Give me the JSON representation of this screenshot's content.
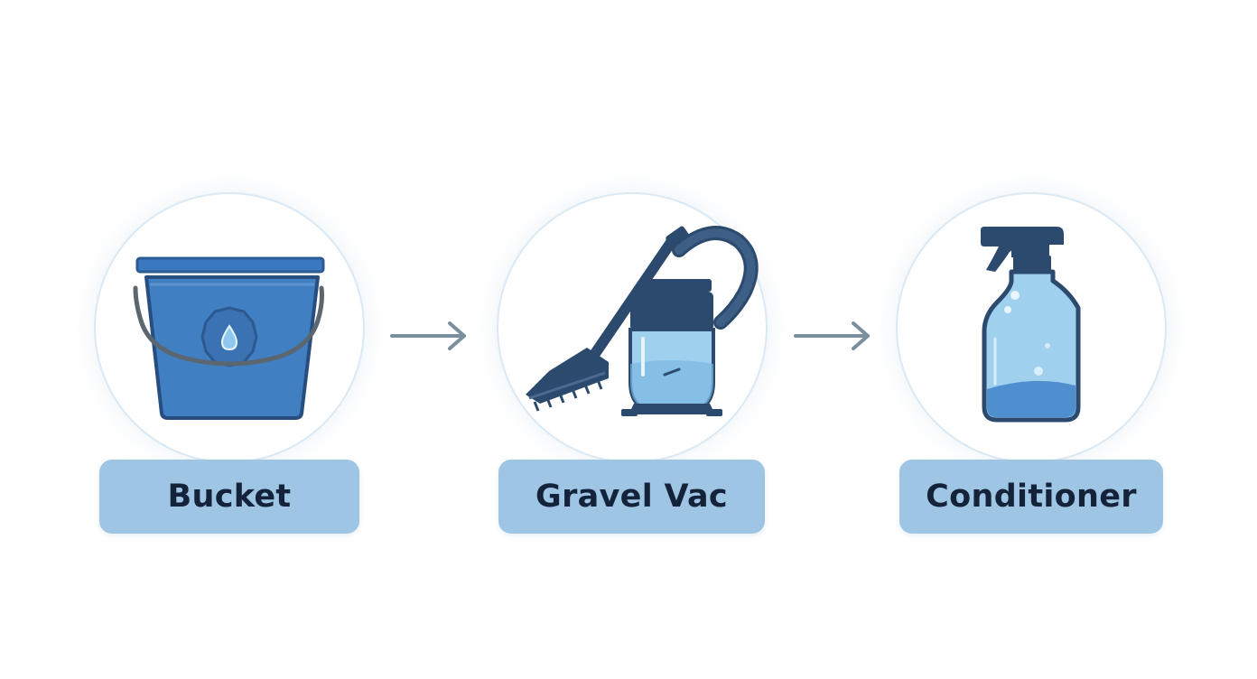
{
  "steps": [
    {
      "label": "Bucket",
      "icon": "bucket-icon"
    },
    {
      "label": "Gravel Vac",
      "icon": "gravel-vacuum-icon"
    },
    {
      "label": "Conditioner",
      "icon": "spray-bottle-icon"
    }
  ],
  "colors": {
    "label_background": "#9ec5e3",
    "label_text": "#14233a",
    "circle_border": "#dbe9f4",
    "icon_dark": "#2c4a6e",
    "icon_blue": "#3f7fc2",
    "icon_light": "#9fd0ee",
    "arrow": "#7a8f9e"
  }
}
